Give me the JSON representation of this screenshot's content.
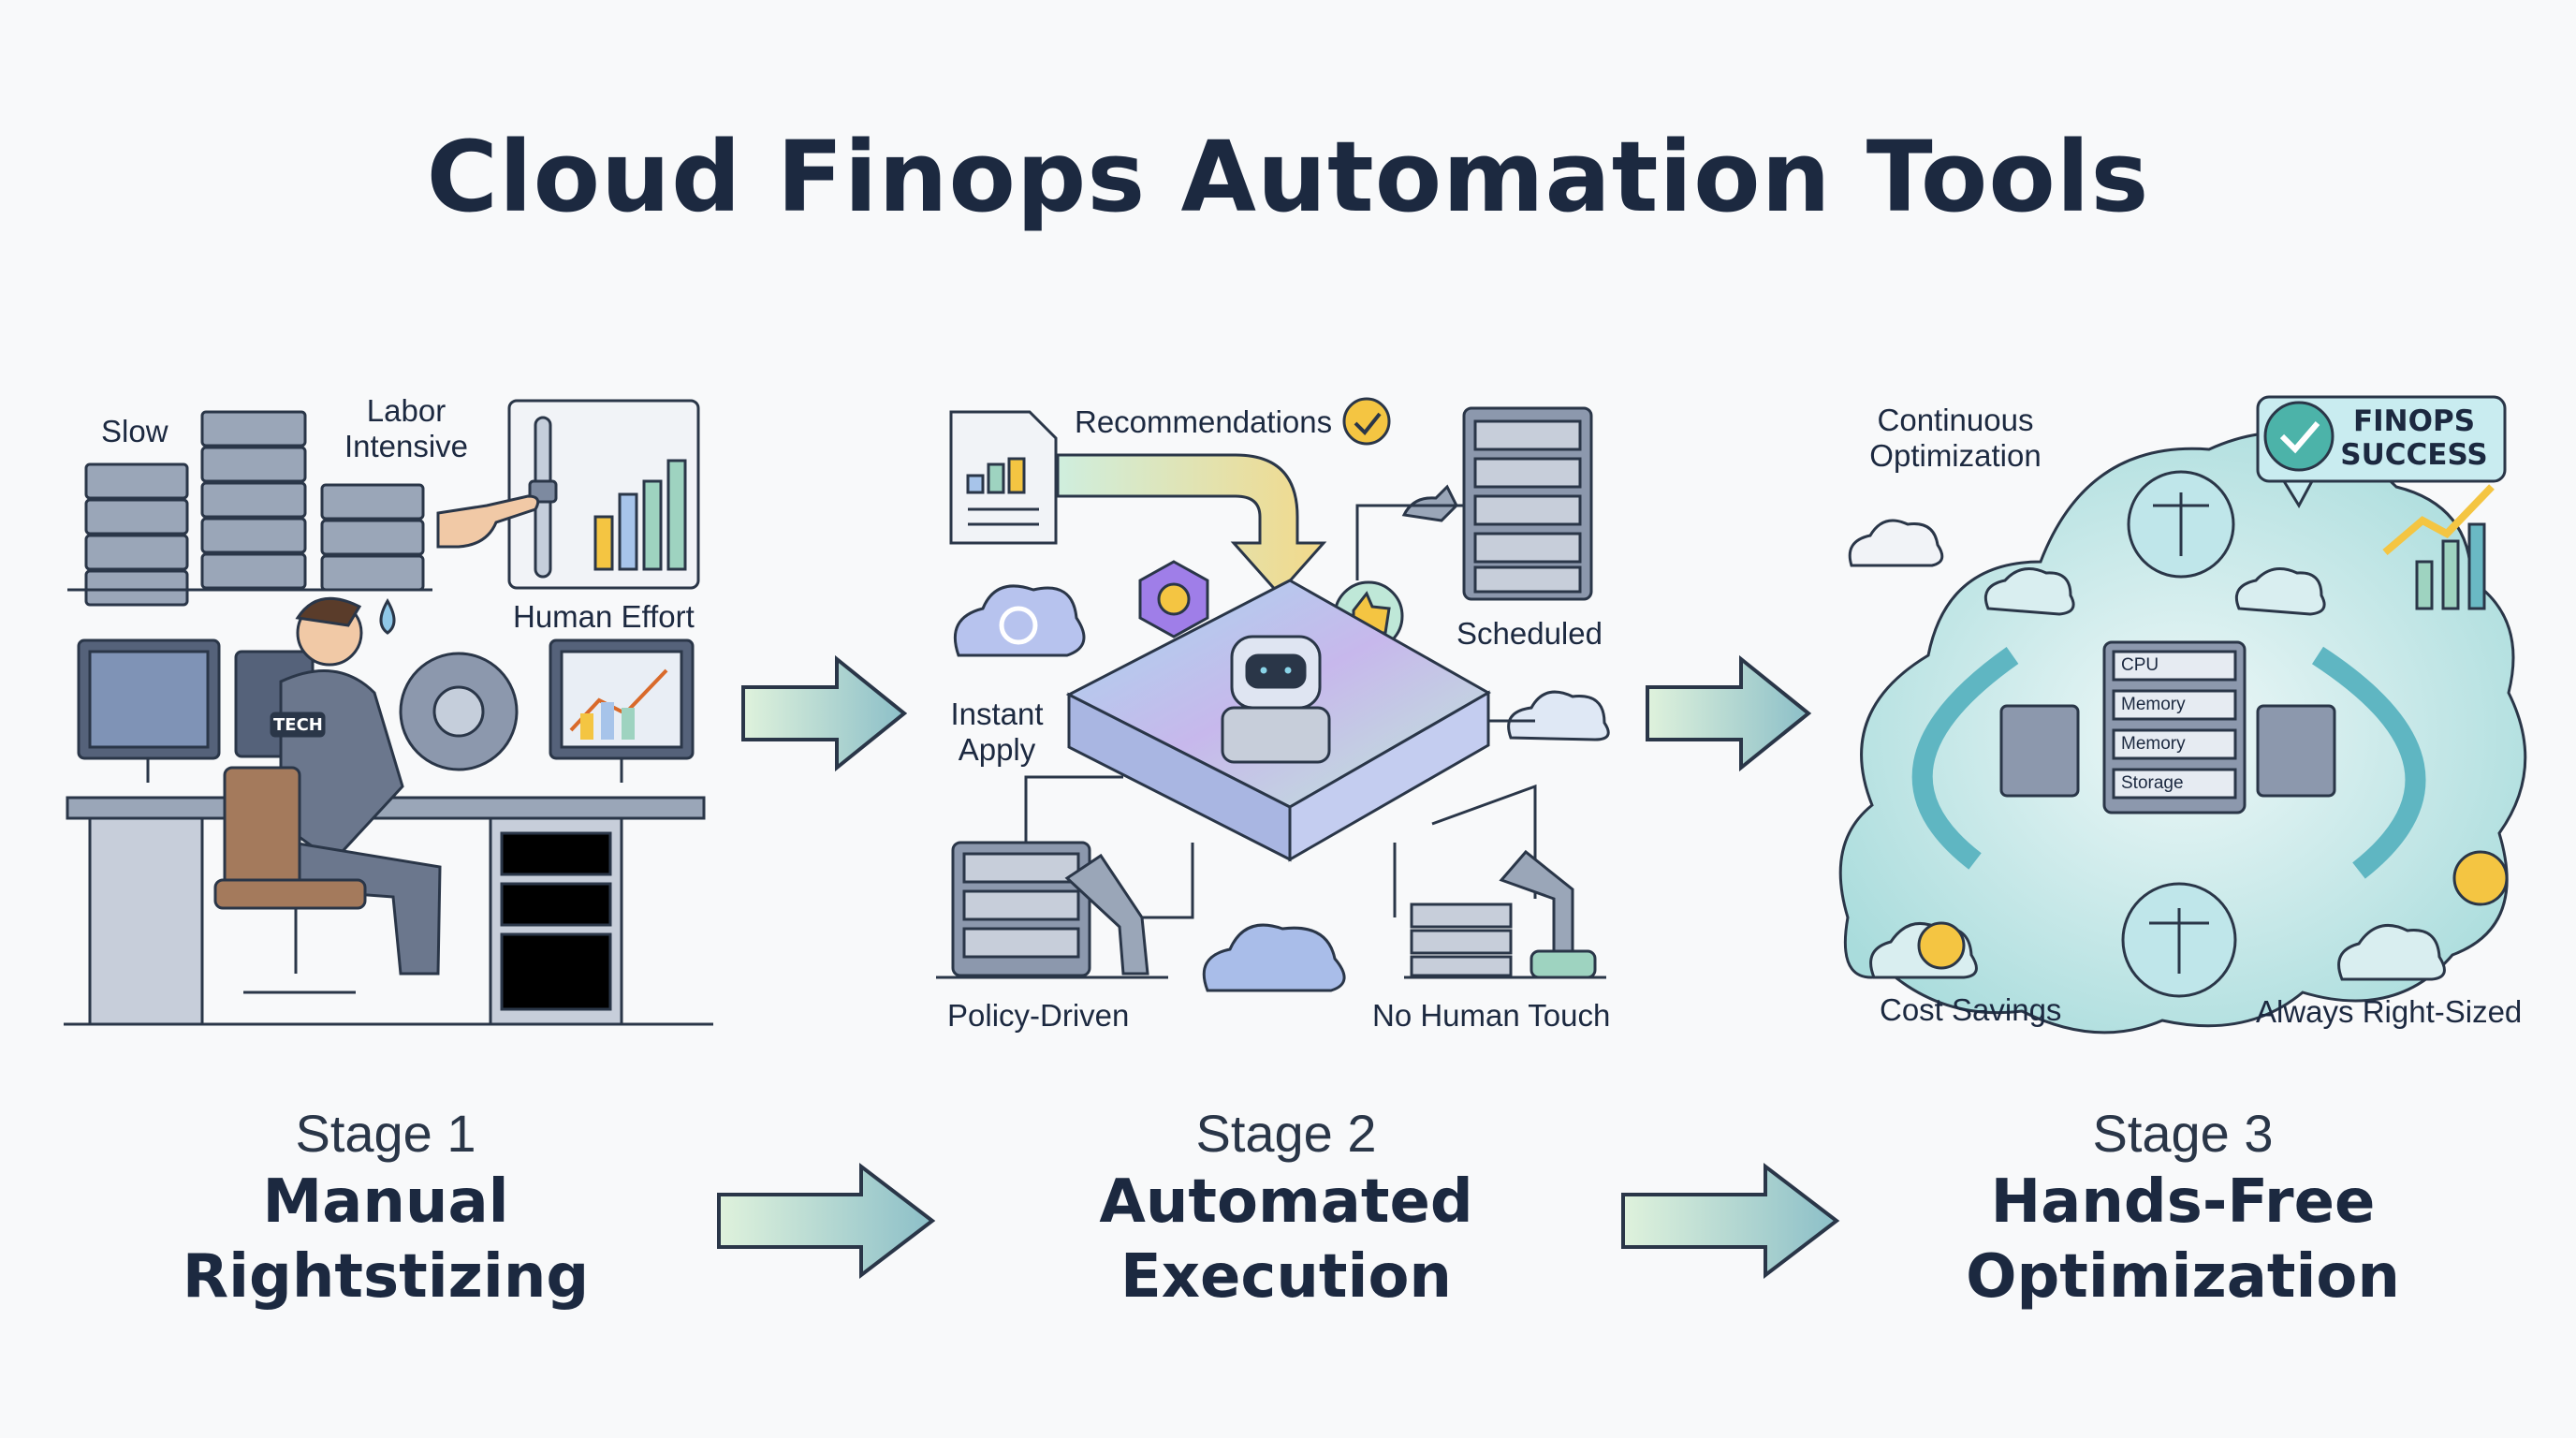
{
  "title": "Cloud Finops Automation Tools",
  "stages": [
    {
      "number": "Stage 1",
      "name_line1": "Manual",
      "name_line2": "Rightstizing"
    },
    {
      "number": "Stage 2",
      "name_line1": "Automated",
      "name_line2": "Execution"
    },
    {
      "number": "Stage 3",
      "name_line1": "Hands-Free",
      "name_line2": "Optimization"
    }
  ],
  "stage1": {
    "slow": "Slow",
    "labor_line1": "Labor",
    "labor_line2": "Intensive",
    "human_effort": "Human Effort",
    "shirt_tag": "TECH"
  },
  "stage2": {
    "recommendations": "Recommendations",
    "scheduled": "Scheduled",
    "instant_line1": "Instant",
    "instant_line2": "Apply",
    "policy_driven": "Policy-Driven",
    "no_human_touch": "No Human Touch"
  },
  "stage3": {
    "continuous_line1": "Continuous",
    "continuous_line2": "Optimization",
    "badge_line1": "FINOPS",
    "badge_line2": "SUCCESS",
    "cost_savings": "Cost Savings",
    "always_right_sized": "Always Right-Sized",
    "server_slots": [
      "CPU",
      "Memory",
      "Memory",
      "Storage"
    ]
  },
  "colors": {
    "ink": "#1c2940",
    "arrow_start": "#d8efd9",
    "arrow_end": "#8fc3c8",
    "server": "#7d8aa0",
    "accent_yellow": "#f4c542",
    "cloud_teal": "#bfe6e6"
  }
}
